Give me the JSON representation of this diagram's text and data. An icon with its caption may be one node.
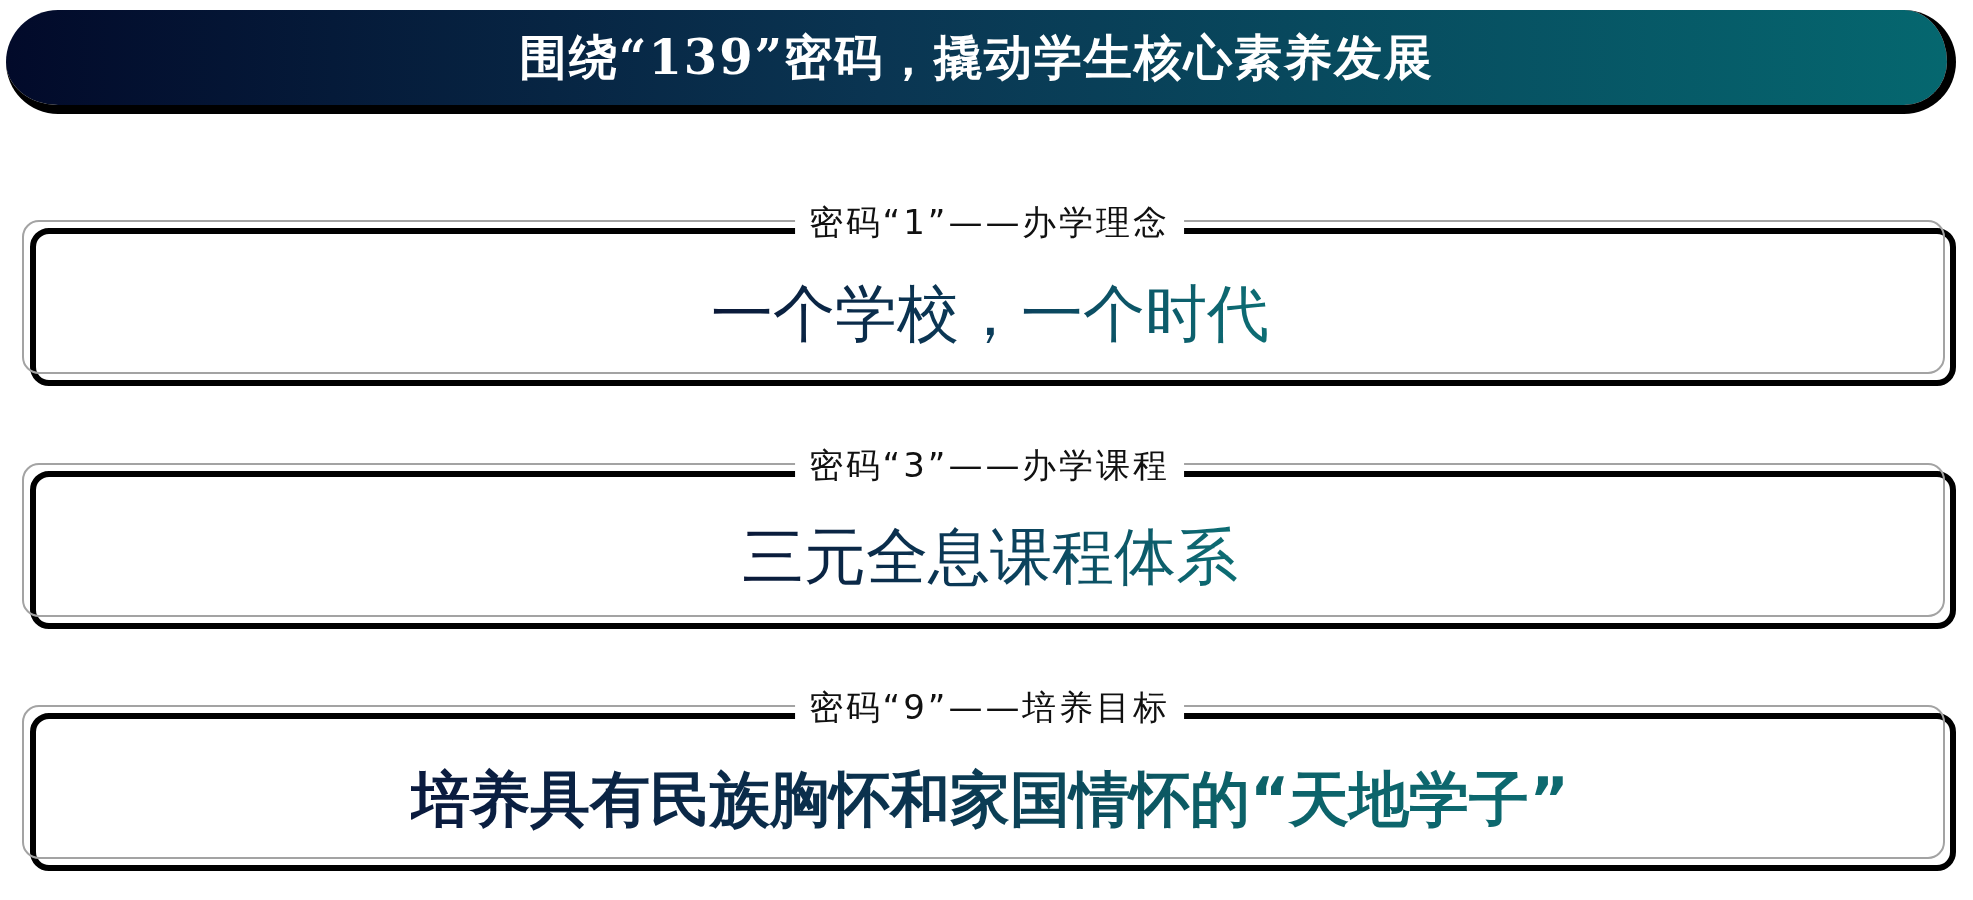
{
  "diagram": {
    "title": "围绕“139”密码，撬动学生核心素养发展",
    "nodes": [
      {
        "text": [
          "密码“1”——办学理念",
          "一个学校，一个时代"
        ]
      },
      {
        "text": [
          "密码“3”——办学课程",
          "三元全息课程体系"
        ]
      },
      {
        "text": [
          "密码“9”——培养目标",
          "培养具有民族胸怀和家国情怀的“天地学子”"
        ]
      }
    ]
  }
}
